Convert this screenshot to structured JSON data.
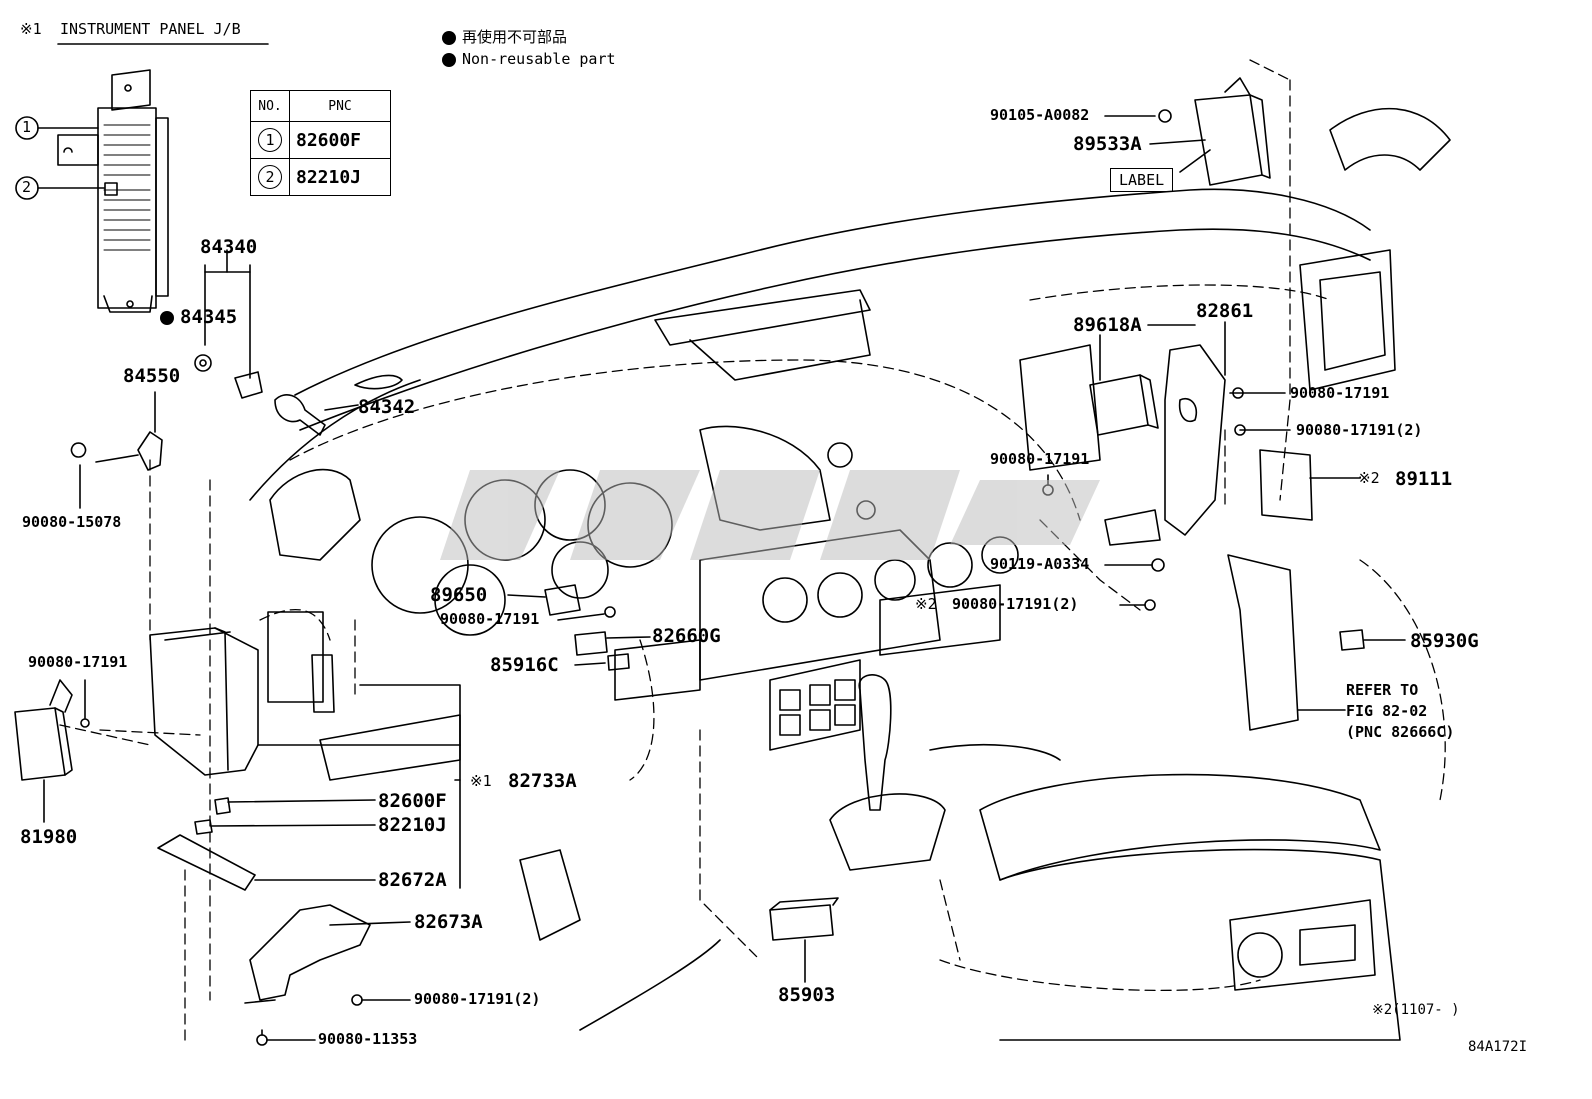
{
  "header": {
    "note_prefix": "※1",
    "jb_title": "INSTRUMENT PANEL J/B",
    "legend_jp": "再使用不可部品",
    "legend_en": "Non-reusable part"
  },
  "pnc_table": {
    "col_no": "NO.",
    "col_pnc": "PNC",
    "rows": [
      {
        "no": "1",
        "pnc": "82600F"
      },
      {
        "no": "2",
        "pnc": "82210J"
      }
    ]
  },
  "jb_callouts": [
    "1",
    "2"
  ],
  "labels": {
    "p84340": "84340",
    "p84345": "84345",
    "p84550": "84550",
    "p84342": "84342",
    "p90080_15078": "90080-15078",
    "p90105_a0082": "90105-A0082",
    "p89533a": "89533A",
    "label_tag": "LABEL",
    "p89618a": "89618A",
    "p82861": "82861",
    "p90080_17191_a": "90080-17191",
    "p90080_17191_2a": "90080-17191(2)",
    "p90080_17191_b": "90080-17191",
    "p89111_mark": "※2",
    "p89111": "89111",
    "p90119_a0334": "90119-A0334",
    "p90080_17191_2b_mark": "※2",
    "p90080_17191_2b": "90080-17191(2)",
    "p85930g": "85930G",
    "refer1": "REFER TO",
    "refer2": "FIG 82-02",
    "refer3": "(PNC 82666C)",
    "p89650": "89650",
    "p90080_17191_c": "90080-17191",
    "p82660g": "82660G",
    "p85916c": "85916C",
    "p90080_17191_d": "90080-17191",
    "p81980": "81980",
    "p82733a_mark": "※1",
    "p82733a": "82733A",
    "p82600f": "82600F",
    "p82210j": "82210J",
    "p82672a": "82672A",
    "p82673a": "82673A",
    "p90080_17191_2c": "90080-17191(2)",
    "p90080_11353": "90080-11353",
    "p85903": "85903",
    "footnote": "※2(1107-      )",
    "figure_id": "84A172I"
  }
}
